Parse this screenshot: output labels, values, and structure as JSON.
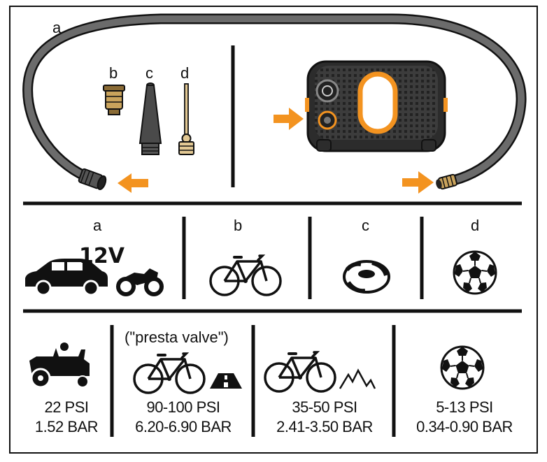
{
  "top": {
    "labels": {
      "a": "a",
      "b": "b",
      "c": "c",
      "d": "d"
    }
  },
  "middle": {
    "columns": [
      {
        "letter": "a",
        "voltage": "12V",
        "icons": [
          "car-icon",
          "motorcycle-icon"
        ]
      },
      {
        "letter": "b",
        "icons": [
          "bicycle-icon"
        ]
      },
      {
        "letter": "c",
        "icons": [
          "inflatable-ring-icon"
        ]
      },
      {
        "letter": "d",
        "icons": [
          "soccer-ball-icon"
        ]
      }
    ]
  },
  "bottom": {
    "note": "(\"presta valve\")",
    "columns": [
      {
        "psi": "22 PSI",
        "bar": "1.52 BAR",
        "icons": [
          "lawn-mower-icon"
        ]
      },
      {
        "psi": "90-100 PSI",
        "bar": "6.20-6.90 BAR",
        "icons": [
          "road-bicycle-icon",
          "road-icon"
        ]
      },
      {
        "psi": "35-50 PSI",
        "bar": "2.41-3.50 BAR",
        "icons": [
          "mountain-bicycle-icon",
          "mountains-icon"
        ]
      },
      {
        "psi": "5-13 PSI",
        "bar": "0.34-0.90 BAR",
        "icons": [
          "soccer-ball-icon"
        ]
      }
    ]
  },
  "colors": {
    "accent": "#f39320",
    "line": "#111111",
    "hose": "#6b6b6b",
    "device": "#3c3c3c",
    "brass": "#c9a35c"
  }
}
